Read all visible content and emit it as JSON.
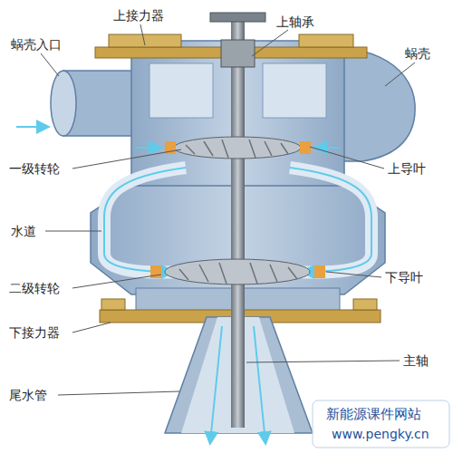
{
  "diagram": {
    "labels": [
      "上接力器",
      "上轴承",
      "蜗壳入口",
      "蜗壳",
      "一级转轮",
      "上导叶",
      "水道",
      "下导叶",
      "二级转轮",
      "下接力器",
      "主轴",
      "尾水管",
      "新能源课件网站",
      "www.pengky.cn"
    ]
  }
}
